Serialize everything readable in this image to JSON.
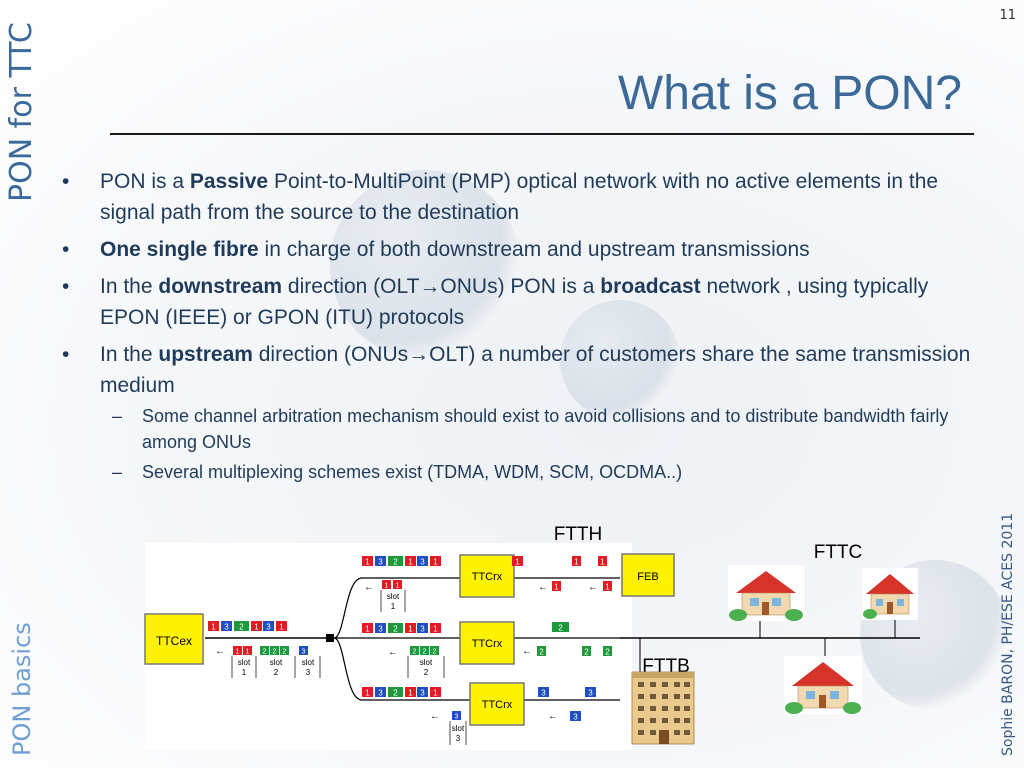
{
  "page_number": "11",
  "sidebar_top": "PON for TTC",
  "sidebar_bottom": "PON basics",
  "sidebar_right": "Sophie BARON, PH/ESE    ACES 2011",
  "title": "What is a PON?",
  "bullets": [
    {
      "pre": "PON is a ",
      "bold": "Passive",
      "post": " Point-to-MultiPoint (PMP) optical network with no active elements in the signal path from the source to the destination"
    },
    {
      "pre": "",
      "bold": "One single fibre",
      "post": " in charge of both downstream and upstream transmissions"
    },
    {
      "pre": "In the ",
      "bold": "downstream",
      "mid": " direction (OLT→ONUs) PON is a ",
      "bold2": "broadcast",
      "post": " network , using typically EPON (IEEE) or GPON (ITU) protocols"
    },
    {
      "pre": "In the ",
      "bold": "upstream",
      "post": " direction (ONUs→OLT) a number of customers share the same transmission medium"
    }
  ],
  "sub_bullets": [
    "Some channel arbitration mechanism should exist to avoid collisions and to distribute bandwidth fairly among ONUs",
    "Several multiplexing schemes exist (TDMA, WDM, SCM, OCDMA..)"
  ],
  "diagram": {
    "ttcex": "TTCex",
    "ttcrx": "TTCrx",
    "feb": "FEB",
    "ftth": "FTTH",
    "fttc": "FTTC",
    "fttb": "FTTB",
    "slot": "slot",
    "n1": "1",
    "n2": "2",
    "n3": "3",
    "colors": {
      "red": "#e31b23",
      "blue": "#1f4fc4",
      "green": "#1e9a3c",
      "box": "#fff200"
    }
  }
}
